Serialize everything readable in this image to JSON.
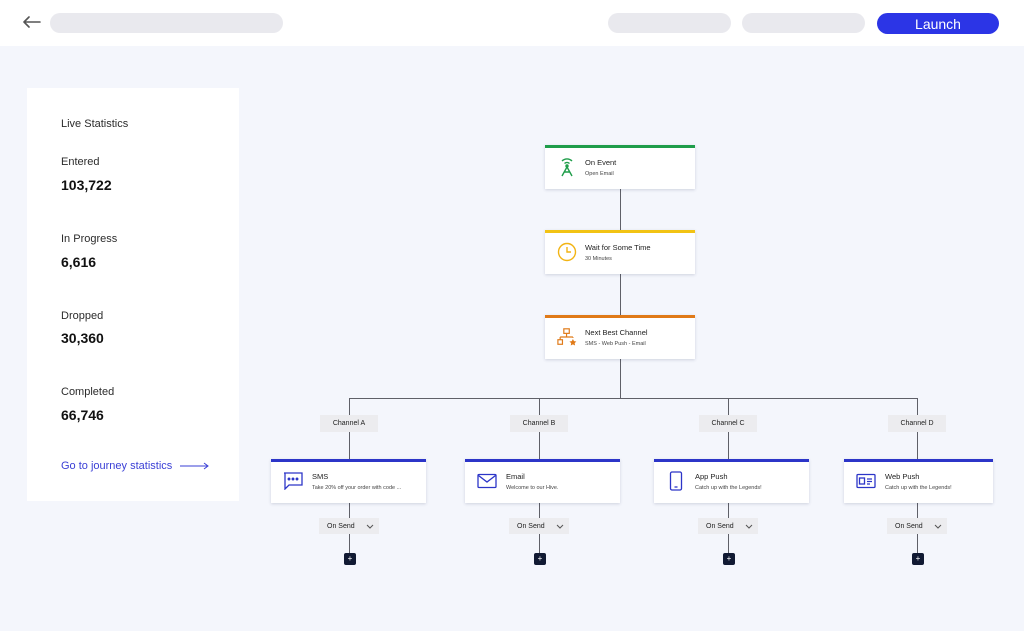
{
  "header": {
    "launch_label": "Launch"
  },
  "stats": {
    "title": "Live Statistics",
    "items": [
      {
        "label": "Entered",
        "value": "103,722"
      },
      {
        "label": "In Progress",
        "value": "6,616"
      },
      {
        "label": "Dropped",
        "value": "30,360"
      },
      {
        "label": "Completed",
        "value": "66,746"
      }
    ],
    "link": "Go to journey statistics"
  },
  "flow": {
    "event": {
      "title": "On Event",
      "subtitle": "Open Email",
      "color": "#1f9d4a",
      "icon": "antenna-icon"
    },
    "wait": {
      "title": "Wait for Some Time",
      "subtitle": "30 Minutes",
      "color": "#f2c314",
      "icon": "clock-icon"
    },
    "nbc": {
      "title": "Next Best Channel",
      "subtitle": "SMS - Web Push - Email",
      "color": "#e07a18",
      "icon": "channel-tree-icon"
    },
    "channels": [
      {
        "tag": "Channel A",
        "title": "SMS",
        "subtitle": "Take 20% off your order with code ...",
        "icon": "sms-icon",
        "onsend": "On Send"
      },
      {
        "tag": "Channel B",
        "title": "Email",
        "subtitle": "Welcome to our Hive.",
        "icon": "email-icon",
        "onsend": "On Send"
      },
      {
        "tag": "Channel C",
        "title": "App Push",
        "subtitle": "Catch up with the Legends!",
        "icon": "phone-icon",
        "onsend": "On Send"
      },
      {
        "tag": "Channel D",
        "title": "Web Push",
        "subtitle": "Catch up with the Legends!",
        "icon": "browser-icon",
        "onsend": "On Send"
      }
    ],
    "channel_color": "#2c35c8",
    "plus_label": "+"
  }
}
